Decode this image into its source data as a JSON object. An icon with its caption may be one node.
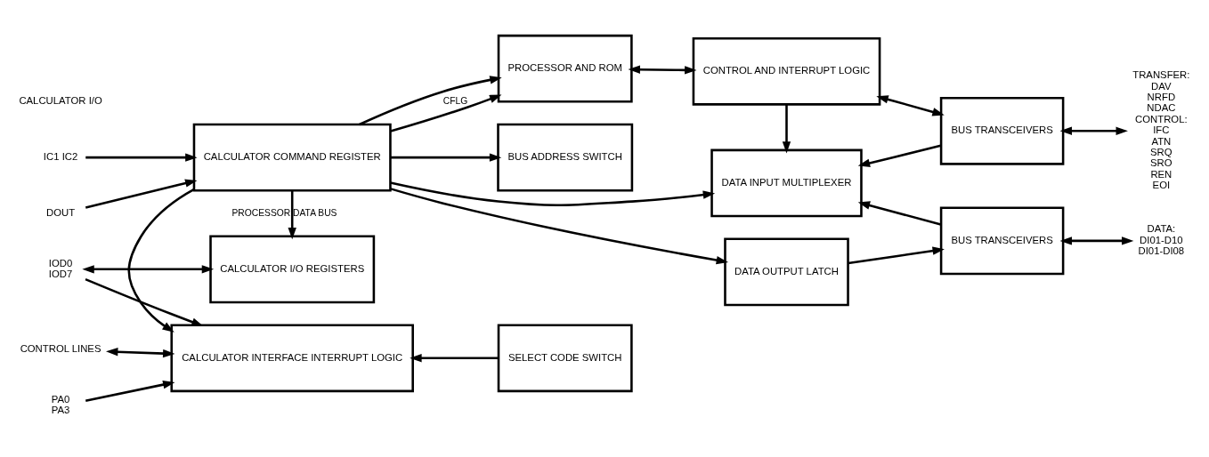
{
  "diagram": {
    "nodes": [
      {
        "text": [
          "CALCULATOR I/O REGISTERS"
        ]
      },
      {
        "text": [
          "CALCULATOR INTERFACE INTERRUPT LOGIC"
        ]
      },
      {
        "text": [
          "CALCULATOR COMMAND REGISTER"
        ]
      },
      {
        "text": [
          "BUS ADDRESS SWITCH"
        ]
      },
      {
        "text": [
          "SELECT CODE SWITCH"
        ]
      },
      {
        "text": [
          "PROCESSOR AND ROM"
        ]
      },
      {
        "text": [
          "DATA OUTPUT LATCH"
        ]
      },
      {
        "text": [
          "DATA INPUT MULTIPLEXER"
        ]
      },
      {
        "text": [
          "CONTROL AND INTERRUPT LOGIC"
        ]
      },
      {
        "text": [
          "BUS TRANSCEIVERS"
        ]
      },
      {
        "text": [
          "BUS TRANSCEIVERS"
        ]
      },
      {
        "text": [
          "IOD0",
          "IOD7"
        ]
      },
      {
        "text": [
          "PA0",
          "PA3"
        ]
      },
      {
        "text": [
          "CONTROL LINES"
        ]
      },
      {
        "text": [
          "IC1 IC2"
        ]
      },
      {
        "text": [
          "DOUT"
        ]
      },
      {
        "text": [
          "DATA:",
          "DI01-D10",
          "DI01-DI08"
        ]
      },
      {
        "text": [
          "TRANSFER:",
          "DAV",
          "NRFD",
          "NDAC",
          "CONTROL:",
          "IFC",
          "ATN",
          "SRQ",
          "SRO",
          "REN",
          "EOI"
        ]
      }
    ],
    "edges": [
      {
        "from": 11,
        "to": 0,
        "arrow": "both"
      },
      {
        "from": 11,
        "to": 1,
        "arrow": "to"
      },
      {
        "from": 2,
        "to": 0,
        "arrow": "to",
        "label": "PROCESSOR DATA BUS"
      },
      {
        "from": 2,
        "to": 6,
        "arrow": "to"
      },
      {
        "from": 2,
        "to": 3,
        "arrow": "to"
      },
      {
        "from": 2,
        "to": 7,
        "arrow": "to"
      },
      {
        "from": 2,
        "to": 5,
        "arrow": "to"
      },
      {
        "from": 12,
        "to": 1,
        "arrow": "to"
      },
      {
        "from": 4,
        "to": 1,
        "arrow": "to"
      },
      {
        "from": 13,
        "to": 1,
        "arrow": "both"
      },
      {
        "from": 2,
        "to": 1,
        "arrow": "to"
      },
      {
        "from": 14,
        "to": 2,
        "arrow": "to"
      },
      {
        "from": 15,
        "to": 2,
        "arrow": "to"
      },
      {
        "from": 2,
        "to": 5,
        "arrow": "to",
        "label": "CFLG"
      },
      {
        "from": 5,
        "to": 8,
        "arrow": "both"
      },
      {
        "from": 6,
        "to": 9,
        "arrow": "to"
      },
      {
        "from": 9,
        "to": 7,
        "arrow": "to"
      },
      {
        "from": 9,
        "to": 16,
        "arrow": "both"
      },
      {
        "from": 8,
        "to": 10,
        "arrow": "both"
      },
      {
        "from": 8,
        "to": 7,
        "arrow": "to"
      },
      {
        "from": 10,
        "to": 7,
        "arrow": "to"
      },
      {
        "from": 10,
        "to": 17,
        "arrow": "both"
      }
    ],
    "labels": [
      "CALCULATOR I/O"
    ]
  }
}
